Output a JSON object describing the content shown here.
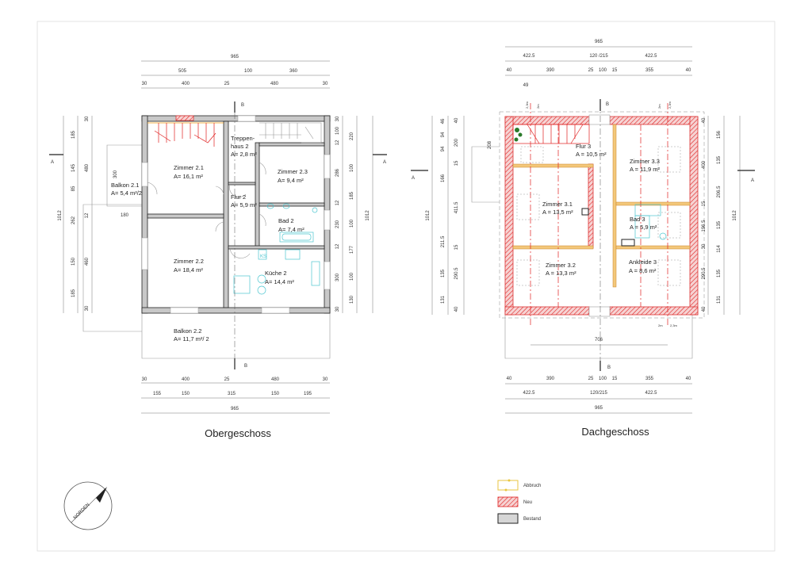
{
  "plans": {
    "left": {
      "title": "Obergeschoss",
      "rooms": [
        {
          "name": "Treppen-",
          "name2": "haus 2",
          "area": "A= 2,8 m²"
        },
        {
          "name": "Zimmer 2.1",
          "area": "A= 16,1 m²"
        },
        {
          "name": "Zimmer 2.3",
          "area": "A= 9,4 m²"
        },
        {
          "name": "Flur 2",
          "area": "A= 5,9 m²"
        },
        {
          "name": "Bad 2",
          "area": "A= 7,4 m²"
        },
        {
          "name": "Balkon 2.1",
          "area": "A= 5,4 m²/2"
        },
        {
          "name": "Zimmer 2.2",
          "area": "A= 18,4 m²"
        },
        {
          "name": "Küche 2",
          "area": "A= 14,4 m²"
        },
        {
          "name": "Balkon 2.2",
          "area": "A= 11,7 m²/ 2"
        }
      ],
      "dims_top": [
        "965",
        "505",
        "100",
        "360",
        "30",
        "400",
        "25",
        "480",
        "30"
      ],
      "dims_bottom": [
        "30",
        "400",
        "25",
        "480",
        "30",
        "155",
        "150",
        "315",
        "150",
        "195",
        "965"
      ],
      "dims_left": [
        "1012",
        "185",
        "145",
        "85",
        "262",
        "150",
        "185",
        "30",
        "480",
        "12",
        "460",
        "30",
        "300",
        "180"
      ],
      "dims_right": [
        "30",
        "100",
        "12",
        "286",
        "12",
        "230",
        "12",
        "300",
        "30",
        "220",
        "100",
        "185",
        "100",
        "177",
        "100",
        "130",
        "1012"
      ],
      "section_labels": [
        "B",
        "B",
        "A",
        "A"
      ],
      "ks_label": "KS"
    },
    "right": {
      "title": "Dachgeschoss",
      "rooms": [
        {
          "name": "Flur 3",
          "area": "A = 10,5 m²"
        },
        {
          "name": "Zimmer 3.3",
          "area": "A = 11,9 m²"
        },
        {
          "name": "Zimmer 3.1",
          "area": "A = 13,5 m²"
        },
        {
          "name": "Bad 3",
          "area": "A = 5,9 m²"
        },
        {
          "name": "Zimmer 3.2",
          "area": "A = 13,3 m²"
        },
        {
          "name": "Ankleide 3",
          "area": "A = 8,6 m²"
        }
      ],
      "dims_top": [
        "965",
        "422.5",
        "120 /215",
        "422.5",
        "40",
        "390",
        "25",
        "100",
        "15",
        "355",
        "40",
        "49"
      ],
      "dims_bottom": [
        "40",
        "390",
        "25",
        "100",
        "15",
        "355",
        "40",
        "422.5",
        "120/215",
        "422.5",
        "965",
        "706"
      ],
      "dims_left": [
        "1012",
        "46",
        "94",
        "94",
        "166",
        "211.5",
        "135",
        "131",
        "40",
        "200",
        "15",
        "411.5",
        "15",
        "290.5",
        "40",
        "208"
      ],
      "dims_right": [
        "40",
        "400",
        "15",
        "196.5",
        "30",
        "290.5",
        "40",
        "156",
        "135",
        "206.5",
        "135",
        "114",
        "135",
        "131",
        "1012"
      ],
      "height_marks": [
        "2,3m",
        "2m",
        "2m",
        "2,3m",
        "2m",
        "2,3m"
      ],
      "section_labels": [
        "B",
        "B",
        "A",
        "A"
      ]
    }
  },
  "compass": {
    "label": "NORDEN"
  },
  "legend": [
    {
      "label": "Abbruch",
      "color": "#f3c77a"
    },
    {
      "label": "Neu",
      "color": "#e02020"
    },
    {
      "label": "Bestand",
      "color": "#c8c8c8"
    }
  ]
}
